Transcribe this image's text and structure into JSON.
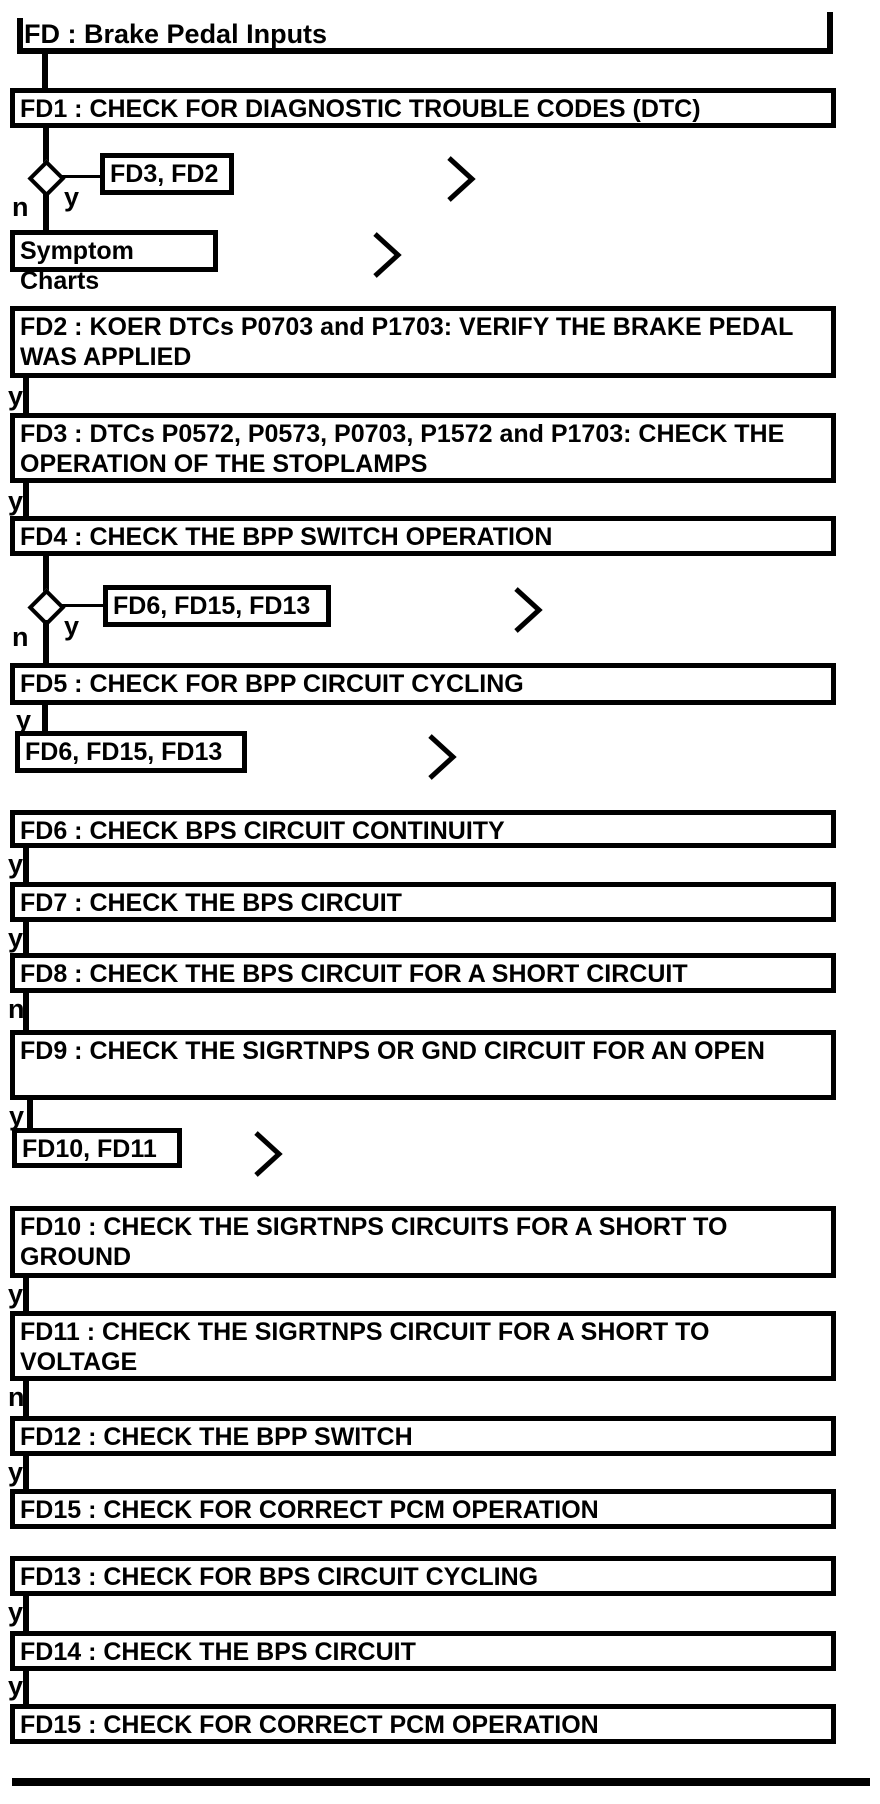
{
  "flowchart": {
    "title": "FD : Brake Pedal Inputs",
    "decision_labels": {
      "yes": "y",
      "no": "n"
    },
    "steps": {
      "fd1": "FD1 : CHECK FOR DIAGNOSTIC TROUBLE CODES (DTC)",
      "fd2": "FD2 : KOER DTCs P0703 and P1703: VERIFY THE BRAKE PEDAL WAS APPLIED",
      "fd3": "FD3 : DTCs P0572, P0573, P0703, P1572 and P1703: CHECK THE OPERATION OF THE STOPLAMPS",
      "fd4": "FD4 : CHECK THE BPP SWITCH OPERATION",
      "fd5": "FD5 : CHECK FOR BPP CIRCUIT CYCLING",
      "fd6": "FD6 : CHECK BPS CIRCUIT CONTINUITY",
      "fd7": "FD7 : CHECK THE BPS CIRCUIT",
      "fd8": "FD8 : CHECK THE BPS CIRCUIT FOR A SHORT CIRCUIT",
      "fd9": "FD9 : CHECK THE SIGRTNPS OR GND CIRCUIT FOR AN OPEN",
      "fd10": "FD10 : CHECK THE SIGRTNPS CIRCUITS FOR A SHORT TO GROUND",
      "fd11": "FD11 : CHECK THE SIGRTNPS CIRCUIT FOR A SHORT TO VOLTAGE",
      "fd12": "FD12 : CHECK THE BPP SWITCH",
      "fd13": "FD13 : CHECK FOR BPS CIRCUIT CYCLING",
      "fd14": "FD14 : CHECK THE BPS CIRCUIT",
      "fd15": "FD15 : CHECK FOR CORRECT PCM OPERATION"
    },
    "references": {
      "fd1_yes": "FD3, FD2",
      "fd1_no": "Symptom Charts",
      "fd4_yes": "FD6, FD15, FD13",
      "fd5_yes": "FD6, FD15, FD13",
      "fd9_yes": "FD10, FD11"
    },
    "icons": {
      "continue": "chevron-right"
    },
    "colors": {
      "ink": "#000000",
      "background": "#ffffff"
    }
  }
}
